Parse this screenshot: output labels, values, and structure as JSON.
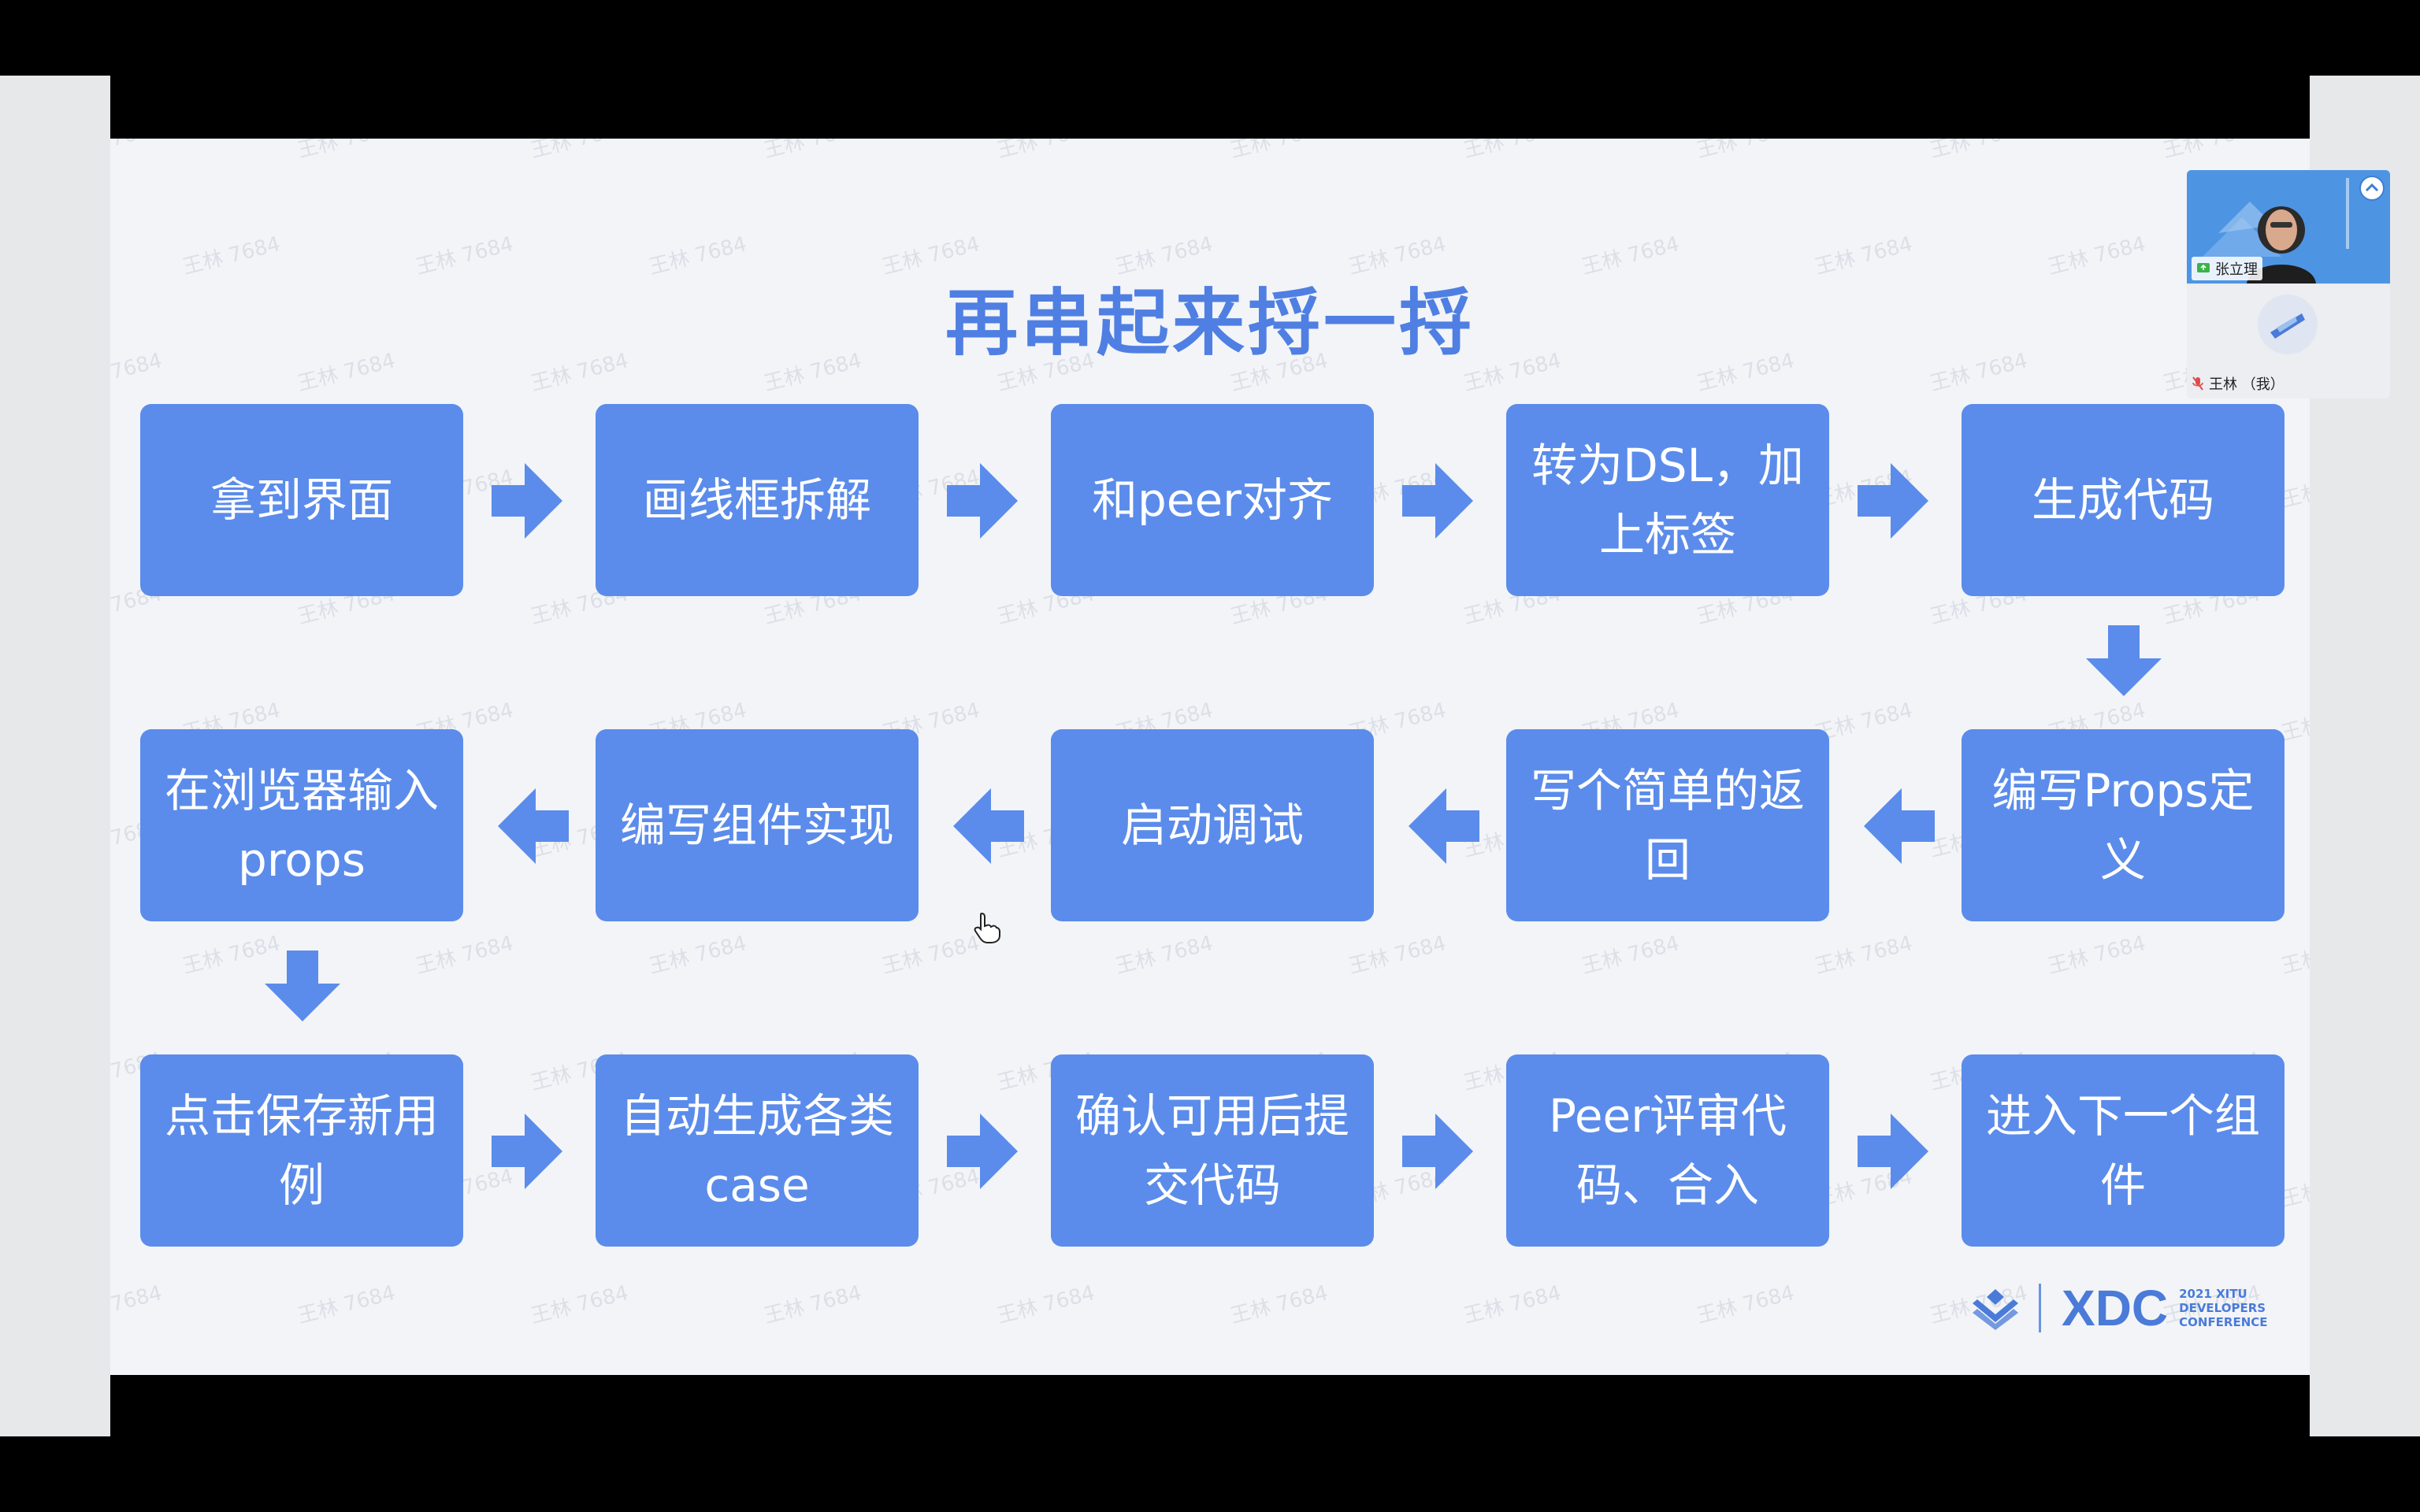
{
  "slide": {
    "title": "再串起来捋一捋",
    "watermark": "王林 7684",
    "steps": [
      "拿到界面",
      "画线框拆解",
      "和peer对齐",
      "转为DSL，加上标签",
      "生成代码",
      "编写Props定义",
      "写个简单的返回",
      "启动调试",
      "编写组件实现",
      "在浏览器输入props",
      "点击保存新用例",
      "自动生成各类case",
      "确认可用后提交代码",
      "Peer评审代码、合入",
      "进入下一个组件"
    ],
    "logo": {
      "mark": "XDC",
      "subtitle": [
        "2021 XITU",
        "DEVELOPERS",
        "CONFERENCE"
      ]
    }
  },
  "meeting": {
    "participants": [
      {
        "name": "张立理"
      },
      {
        "name": "王林 （我）"
      }
    ]
  },
  "colors": {
    "box": "#5b8ceb",
    "title": "#4f7fe2",
    "slide_bg": "#f2f4f8"
  }
}
